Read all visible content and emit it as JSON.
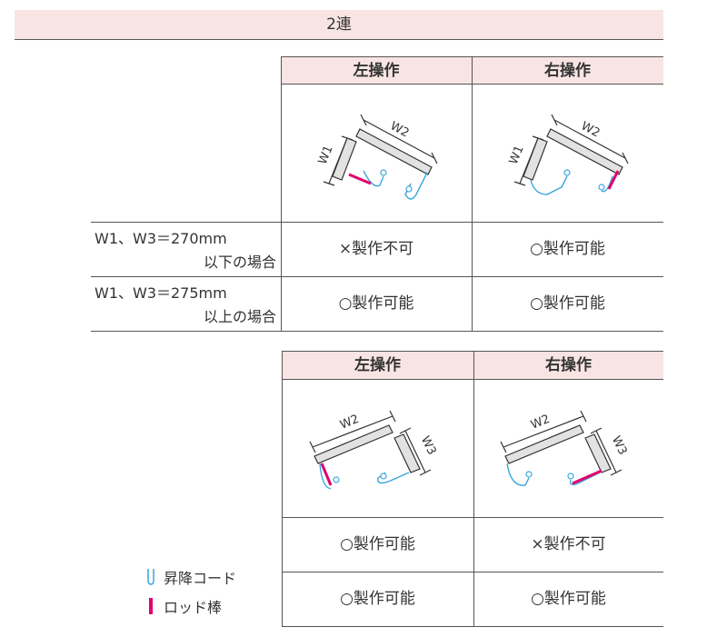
{
  "page": {
    "title": "2連"
  },
  "table1": {
    "headers": [
      "左操作",
      "右操作"
    ],
    "dim_labels": [
      "W1",
      "W2"
    ],
    "rows": [
      {
        "label_line1": "W1、W3＝270mm",
        "label_line2": "以下の場合",
        "values": [
          "×製作不可",
          "○製作可能"
        ]
      },
      {
        "label_line1": "W1、W3＝275mm",
        "label_line2": "以上の場合",
        "values": [
          "○製作可能",
          "○製作可能"
        ]
      }
    ]
  },
  "table2": {
    "headers": [
      "左操作",
      "右操作"
    ],
    "dim_labels": [
      "W2",
      "W3"
    ],
    "rows": [
      {
        "values": [
          "○製作可能",
          "×製作不可"
        ]
      },
      {
        "values": [
          "○製作可能",
          "○製作可能"
        ]
      }
    ]
  },
  "legend": {
    "cord": "昇降コード",
    "rod": "ロッド棒"
  },
  "colors": {
    "header_bg": "#f9e4e4",
    "rod": "#e0006e",
    "cord": "#3aa6dd",
    "panel": "#e2e2e2"
  }
}
